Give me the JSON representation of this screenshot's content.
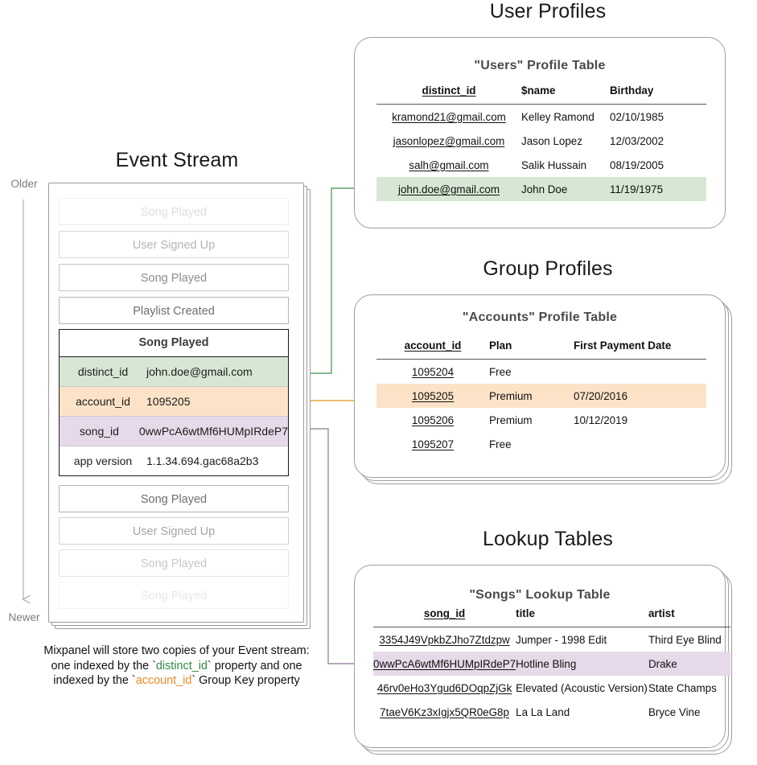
{
  "sections": {
    "event_stream": {
      "title": "Event Stream",
      "older_label": "Older",
      "newer_label": "Newer",
      "events": [
        {
          "label": "Song Played",
          "opacity": "0.22"
        },
        {
          "label": "User Signed Up",
          "opacity": "0.5"
        },
        {
          "label": "Song Played",
          "opacity": "0.78"
        },
        {
          "label": "Playlist Created",
          "opacity": "1"
        }
      ],
      "events_after": [
        {
          "label": "Song Played",
          "opacity": "1"
        },
        {
          "label": "User Signed Up",
          "opacity": "0.62"
        },
        {
          "label": "Song Played",
          "opacity": "0.38"
        },
        {
          "label": "Song Played",
          "opacity": "0.16"
        }
      ],
      "detail": {
        "event_name": "Song Played",
        "props": [
          {
            "key": "distinct_id",
            "value": "john.doe@gmail.com",
            "hl": "green"
          },
          {
            "key": "account_id",
            "value": "1095205",
            "hl": "orange"
          },
          {
            "key": "song_id",
            "value": "0wwPcA6wtMf6HUMpIRdeP7",
            "hl": "purple"
          },
          {
            "key": "app version",
            "value": "1.1.34.694.gac68a2b3",
            "hl": "none"
          }
        ]
      },
      "caption": {
        "line1": "Mixpanel will store two copies of your Event stream:",
        "line2_a": "one indexed by the `",
        "line2_key": "distinct_id",
        "line2_b": "` property and one",
        "line3_a": "indexed by the `",
        "line3_key": "account_id",
        "line3_b": "` Group Key property"
      }
    },
    "user_profiles": {
      "title": "User Profiles",
      "table_title": "\"Users\" Profile Table",
      "columns": [
        "distinct_id",
        "$name",
        "Birthday"
      ],
      "rows": [
        {
          "cells": [
            "kramond21@gmail.com",
            "Kelley Ramond",
            "02/10/1985"
          ],
          "hl": "none"
        },
        {
          "cells": [
            "jasonlopez@gmail.com",
            "Jason Lopez",
            "12/03/2002"
          ],
          "hl": "none"
        },
        {
          "cells": [
            "salh@gmail.com",
            "Salik Hussain",
            "08/19/2005"
          ],
          "hl": "none"
        },
        {
          "cells": [
            "john.doe@gmail.com",
            "John Doe",
            "11/19/1975"
          ],
          "hl": "green"
        }
      ]
    },
    "group_profiles": {
      "title": "Group Profiles",
      "table_title": "\"Accounts\" Profile Table",
      "columns": [
        "account_id",
        "Plan",
        "First Payment Date"
      ],
      "rows": [
        {
          "cells": [
            "1095204",
            "Free",
            ""
          ],
          "hl": "none"
        },
        {
          "cells": [
            "1095205",
            "Premium",
            "07/20/2016"
          ],
          "hl": "orange"
        },
        {
          "cells": [
            "1095206",
            "Premium",
            "10/12/2019"
          ],
          "hl": "none"
        },
        {
          "cells": [
            "1095207",
            "Free",
            ""
          ],
          "hl": "none"
        }
      ]
    },
    "lookup_tables": {
      "title": "Lookup Tables",
      "table_title": "\"Songs\" Lookup Table",
      "columns": [
        "song_id",
        "title",
        "artist"
      ],
      "rows": [
        {
          "cells": [
            "3354J49VpkbZJho7Ztdzpw",
            "Jumper - 1998 Edit",
            "Third Eye Blind"
          ],
          "hl": "none"
        },
        {
          "cells": [
            "0wwPcA6wtMf6HUMpIRdeP7",
            "Hotline Bling",
            "Drake"
          ],
          "hl": "purple"
        },
        {
          "cells": [
            "46rv0eHo3Ygud6DOqpZjGk",
            "Elevated (Acoustic Version)",
            "State Champs"
          ],
          "hl": "none"
        },
        {
          "cells": [
            "7taeV6Kz3xIgjx5QR0eG8p",
            "La La Land",
            "Bryce Vine"
          ],
          "hl": "none"
        }
      ]
    }
  },
  "colors": {
    "green_highlight": "#d6e8d3",
    "orange_highlight": "#fce3c8",
    "purple_highlight": "#e6d9e9",
    "green_arrow": "#5aa469",
    "orange_arrow": "#e8a33d",
    "purple_arrow": "#9d8ba4",
    "card_border": "#9e9e9e",
    "timeline_axis": "#b0b0b0"
  }
}
